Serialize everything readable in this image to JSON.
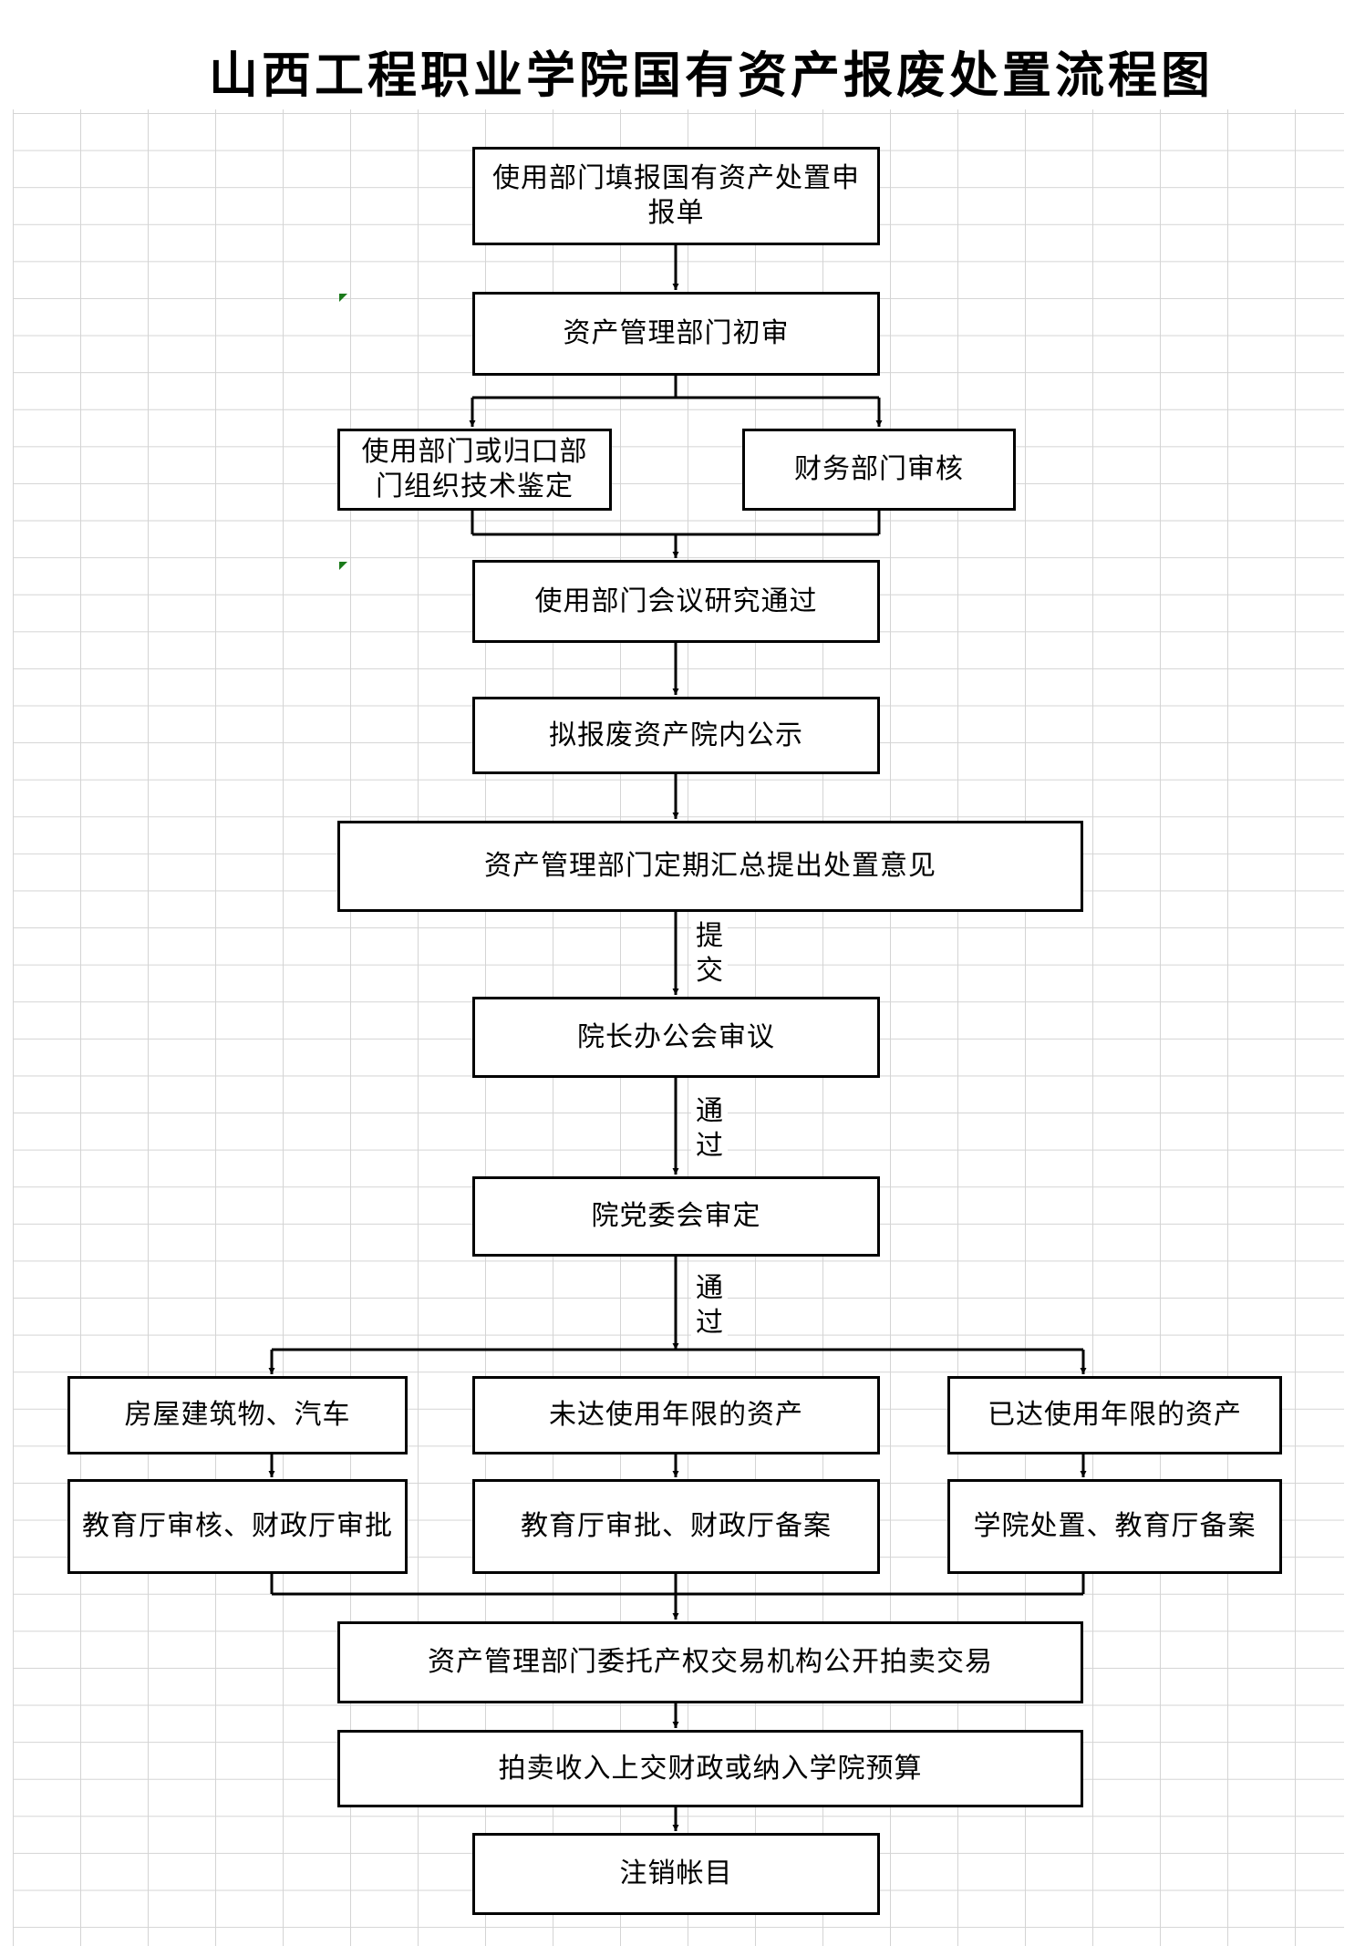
{
  "title": "山西工程职业学院国有资产报废处置流程图",
  "nodes": {
    "n1": "使用部门填报国有资产处置申报单",
    "n2": "资产管理部门初审",
    "n3a": "使用部门或归口部门组织技术鉴定",
    "n3b": "财务部门审核",
    "n4": "使用部门会议研究通过",
    "n5": "拟报废资产院内公示",
    "n6": "资产管理部门定期汇总提出处置意见",
    "n7": "院长办公会审议",
    "n8": "院党委会审定",
    "n9a": "房屋建筑物、汽车",
    "n9b": "未达使用年限的资产",
    "n9c": "已达使用年限的资产",
    "n10a": "教育厅审核、财政厅审批",
    "n10b": "教育厅审批、财政厅备案",
    "n10c": "学院处置、教育厅备案",
    "n11": "资产管理部门委托产权交易机构公开拍卖交易",
    "n12": "拍卖收入上交财政或纳入学院预算",
    "n13": "注销帐目"
  },
  "edge_labels": {
    "submit": "提交",
    "pass1": "通过",
    "pass2": "通过"
  }
}
